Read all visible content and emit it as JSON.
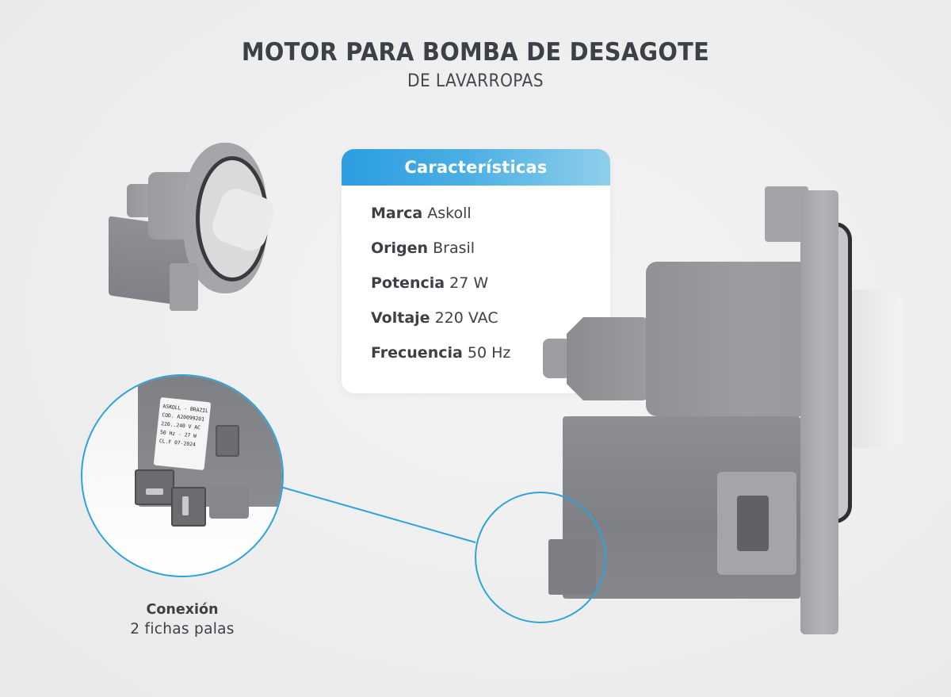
{
  "title": {
    "main": "MOTOR PARA BOMBA DE DESAGOTE",
    "sub": "DE LAVARROPAS"
  },
  "specs": {
    "header": "Características",
    "rows": [
      {
        "key": "Marca",
        "value": "Askoll"
      },
      {
        "key": "Origen",
        "value": "Brasil"
      },
      {
        "key": "Potencia",
        "value": "27 W"
      },
      {
        "key": "Voltaje",
        "value": "220 VAC"
      },
      {
        "key": "Frecuencia",
        "value": "50 Hz"
      }
    ]
  },
  "product_label": {
    "lines": [
      "ASKOLL - BRAZIL",
      "COD. A20099201",
      "220..240 V AC",
      "50 Hz - 27 W",
      "CL.F 07-2024"
    ]
  },
  "connection": {
    "title": "Conexión",
    "detail": "2 fichas palas"
  },
  "colors": {
    "accent": "#2ea3d9",
    "header_gradient_start": "#2b9de0",
    "header_gradient_end": "#8fcfea",
    "text": "#3d4046",
    "background": "#efefef"
  },
  "icons": {
    "product_small": "drain-pump-motor-angled-view",
    "product_large": "drain-pump-motor-side-view",
    "zoom_detail": "connector-closeup-circle"
  }
}
